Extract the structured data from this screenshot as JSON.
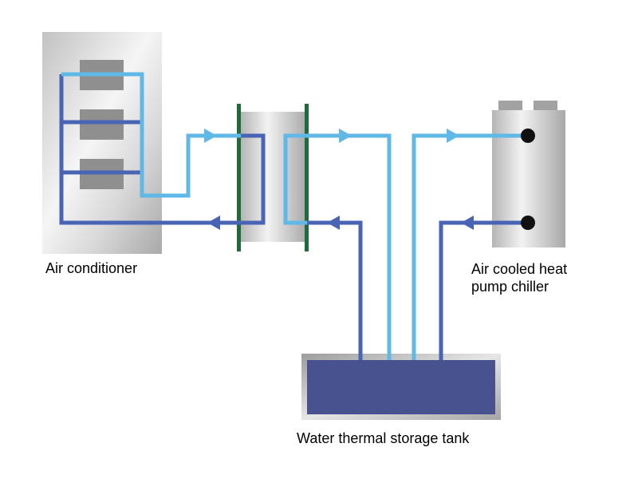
{
  "labels": {
    "air_conditioner": "Air conditioner",
    "chiller_line1": "Air cooled heat",
    "chiller_line2": "pump chiller",
    "storage_tank": "Water thermal storage tank"
  },
  "colors": {
    "pipe_dark": "#4a64b5",
    "pipe_light": "#5fb8e6",
    "tank_fill": "#48528f",
    "plate_bar": "#1e6b3a",
    "coil": "#8f8f8f",
    "nozzle": "#111111",
    "unit_metal_light": "#f3f3f3",
    "unit_metal_dark": "#b7b7b7"
  },
  "icons": {
    "flow_arrow": "triangle-arrow",
    "heat_exchanger": "plate-heat-exchanger",
    "pipe_connection": "black-nozzle"
  }
}
